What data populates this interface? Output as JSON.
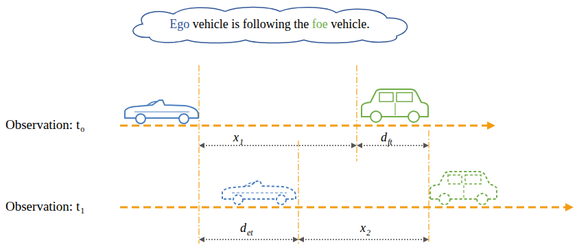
{
  "diagram": {
    "nodes": [
      {
        "text": [
          "Ego",
          "vehicle is following the",
          "foe",
          "vehicle."
        ]
      }
    ],
    "labels": [
      "Observation: t",
      "o",
      "Observation: t",
      "1",
      "x",
      "1",
      "d",
      "ft",
      "d",
      "et",
      "x",
      "2"
    ]
  }
}
